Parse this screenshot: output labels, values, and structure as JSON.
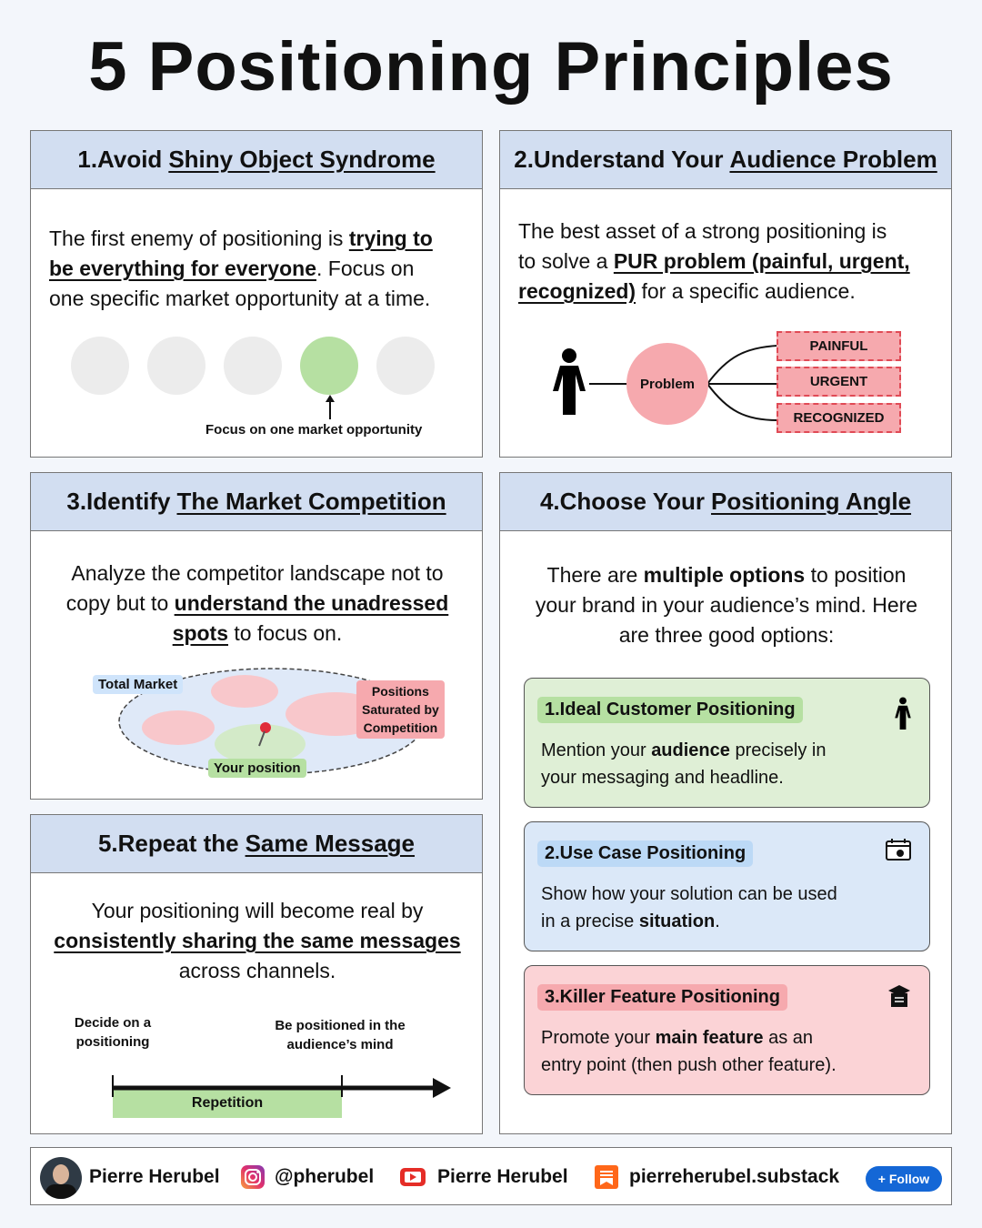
{
  "title": "5 Positioning Principles",
  "cards": {
    "c1": {
      "title_prefix": "1.Avoid",
      "title_ul": "Shiny Object Syndrome",
      "p1": "The first enemy of positioning is",
      "p1_bold_a": "trying to",
      "p1_bold_b": "be everything for everyone",
      "p1_rest": ". Focus on",
      "p2": "one specific market opportunity at a time.",
      "caption": "Focus on one market opportunity"
    },
    "c2": {
      "title_prefix": "2.Understand Your",
      "title_ul": "Audience Problem",
      "l1": "The best asset of a strong positioning is",
      "l2a": "to solve a",
      "l2b": "PUR problem (painful, urgent,",
      "l3a": "recognized)",
      "l3b": "for a specific audience.",
      "problem": "Problem",
      "painful": "PAINFUL",
      "urgent": "URGENT",
      "recognized": "RECOGNIZED"
    },
    "c3": {
      "title_prefix": "3.Identify",
      "title_ul": "The Market Competition",
      "l1": "Analyze the competitor landscape not to",
      "l2a": "copy but to",
      "l2b": "understand the unadressed",
      "l3a": "spots",
      "l3b": "to focus on.",
      "total_market": "Total Market",
      "saturated_1": "Positions",
      "saturated_2": "Saturated by",
      "saturated_3": "Competition",
      "your_position": "Your position"
    },
    "c4": {
      "title_prefix": "4.Choose Your",
      "title_ul": "Positioning Angle",
      "l1a": "There are",
      "l1b": "multiple options",
      "l1c": "to position",
      "l2": "your brand in your audience’s mind. Here",
      "l3": "are three good options:",
      "opt1_label": "1.Ideal Customer Positioning",
      "opt1_a": "Mention your",
      "opt1_b": "audience",
      "opt1_c": "precisely in",
      "opt1_d": "your messaging and headline.",
      "opt2_label": "2.Use Case Positioning",
      "opt2_a": "Show how your solution can be used",
      "opt2_b": "in a precise",
      "opt2_c": "situation",
      "opt2_d": ".",
      "opt3_label": "3.Killer Feature Positioning",
      "opt3_a": "Promote your",
      "opt3_b": "main feature",
      "opt3_c": "as an",
      "opt3_d": "entry point (then push other feature)."
    },
    "c5": {
      "title_prefix": "5.Repeat the",
      "title_ul": "Same Message",
      "l1": "Your positioning will become real by",
      "l2": "consistently sharing the same messages",
      "l3": "across channels.",
      "decide_1": "Decide on a",
      "decide_2": "positioning",
      "be_1": "Be positioned in the",
      "be_2": "audience’s mind",
      "repetition": "Repetition"
    }
  },
  "footer": {
    "name": "Pierre Herubel",
    "instagram": "@pherubel",
    "youtube": "Pierre Herubel",
    "substack": "pierreherubel.substack",
    "follow": "+ Follow"
  },
  "colors": {
    "header_bg": "#d2def1",
    "green": "#b6e0a2",
    "pink": "#f6a9ae",
    "blue_tag": "#cfe4fb",
    "follow_blue": "#1467d6"
  }
}
